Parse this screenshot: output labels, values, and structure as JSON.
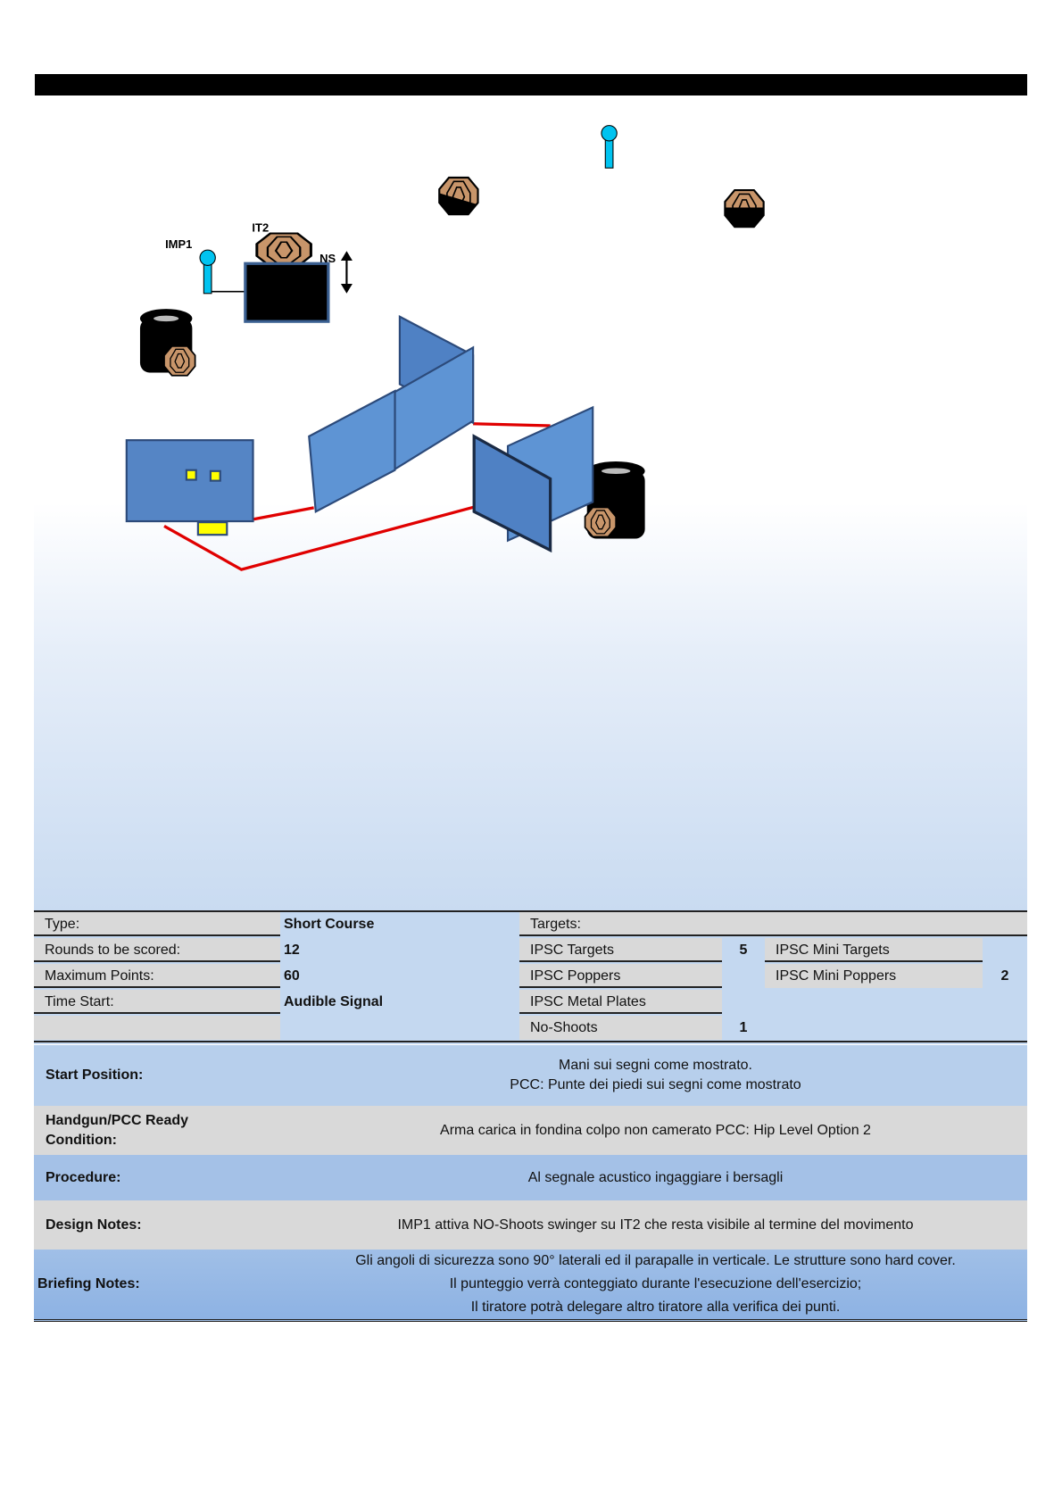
{
  "diagram": {
    "labels": {
      "imp1": "IMP1",
      "it2": "IT2",
      "ns": "NS"
    }
  },
  "details": {
    "type_label": "Type:",
    "type_value": "Short Course",
    "rounds_label": "Rounds to be scored:",
    "rounds_value": "12",
    "points_label": "Maximum Points:",
    "points_value": "60",
    "start_label": "Time Start:",
    "start_value": "Audible Signal",
    "targets_label": "Targets:",
    "ipsc_targets": "IPSC Targets",
    "ipsc_targets_count": "5",
    "ipsc_poppers": "IPSC Poppers",
    "ipsc_metal_plates": "IPSC Metal Plates",
    "no_shoots": "No-Shoots",
    "no_shoots_count": "1",
    "ipsc_mini_targets": "IPSC Mini Targets",
    "ipsc_mini_poppers": "IPSC Mini Poppers",
    "ipsc_mini_poppers_count": "2"
  },
  "briefing": {
    "start_position": {
      "label": "Start Position:",
      "lines": [
        "Mani sui segni come mostrato.",
        "PCC: Punte dei piedi sui segni come mostrato"
      ]
    },
    "ready_condition": {
      "label_lines": [
        "Handgun/PCC Ready",
        "Condition:"
      ],
      "value": "Arma carica in fondina colpo non camerato PCC: Hip Level Option 2"
    },
    "procedure": {
      "label": "Procedure:",
      "value": "Al segnale acustico ingaggiare i bersagli"
    },
    "design_notes": {
      "label": "Design Notes:",
      "value": "IMP1 attiva NO-Shoots swinger su IT2 che resta visibile al termine del movimento"
    },
    "briefing_notes": {
      "label": "Briefing Notes:",
      "lines": [
        "Gli angoli di sicurezza sono 90° laterali ed il parapalle in verticale. Le strutture sono hard cover.",
        "Il punteggio verrà conteggiato durante l'esecuzione dell'esercizio;",
        "Il tiratore potrà delegare altro tiratore alla verifica dei punti."
      ]
    }
  },
  "colors": {
    "wall": "#5b8fd0",
    "fault_line": "#e00000",
    "popper": "#00c3f0",
    "target": "#c8956a"
  }
}
